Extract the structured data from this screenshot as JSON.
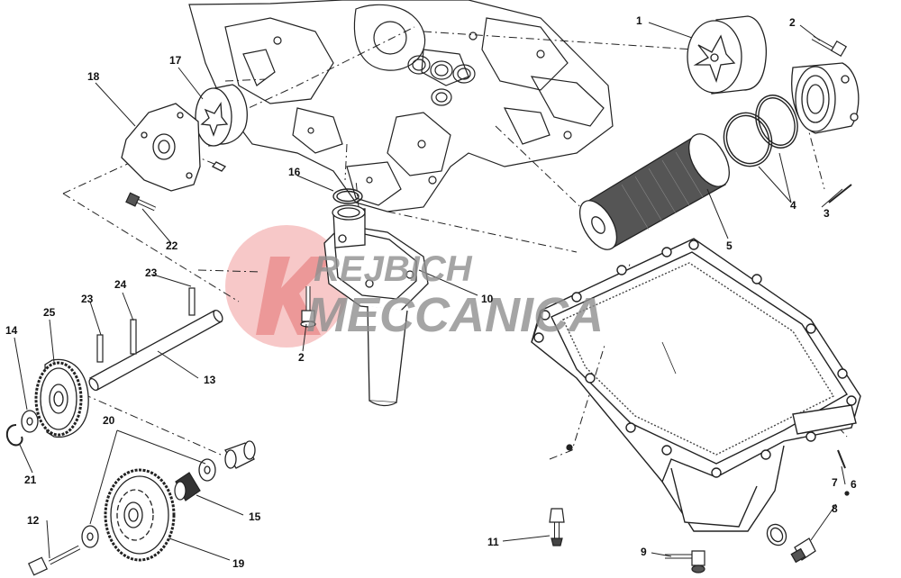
{
  "watermark": {
    "line1": "REJBICH",
    "line2": "MECCANICA",
    "circle_color": "#f4b6b6",
    "text_color": "#8f8f8f",
    "logo_color": "#ea8f8f"
  },
  "colors": {
    "ink": "#222222",
    "light_ink": "#777777",
    "background": "#ffffff"
  },
  "labels": {
    "l1": "1",
    "l2a": "2",
    "l2b": "2",
    "l3": "3",
    "l4": "4",
    "l5": "5",
    "l6": "6",
    "l7": "7",
    "l8": "8",
    "l9": "9",
    "l10": "10",
    "l11": "11",
    "l12": "12",
    "l13": "13",
    "l14": "14",
    "l15": "15",
    "l16": "16",
    "l17": "17",
    "l18": "18",
    "l19": "19",
    "l20": "20",
    "l21": "21",
    "l22": "22",
    "l23a": "23",
    "l23b": "23",
    "l24": "24",
    "l25": "25"
  }
}
